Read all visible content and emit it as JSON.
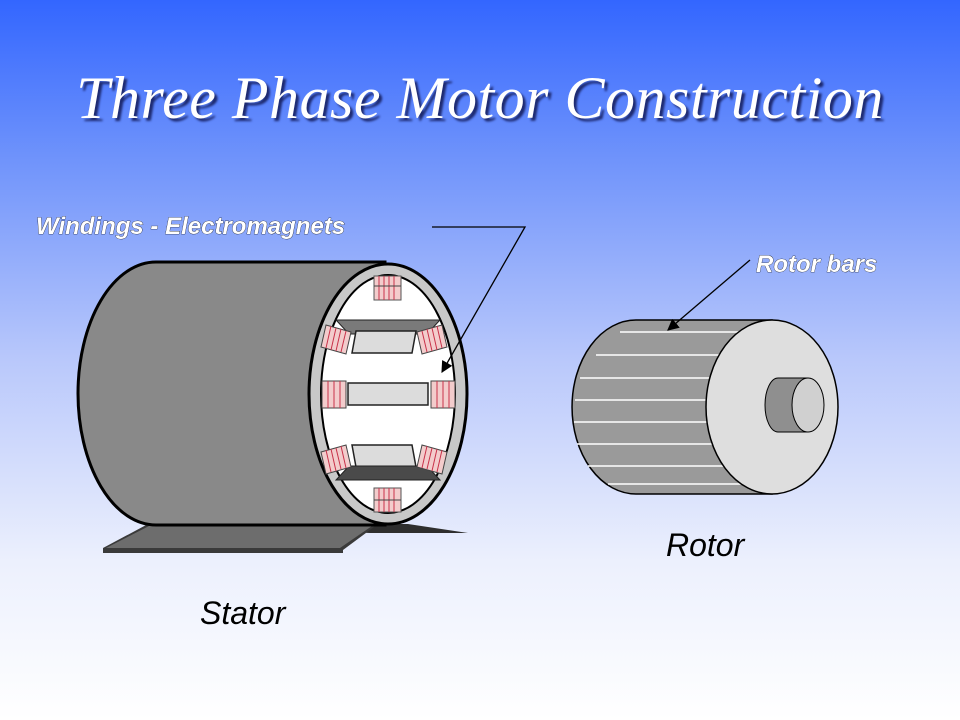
{
  "slide": {
    "title": "Three Phase Motor Construction"
  },
  "labels": {
    "windings": "Windings - Electromagnets",
    "rotor_bars": "Rotor bars",
    "rotor": "Rotor",
    "stator": "Stator"
  },
  "colors": {
    "background_top": "#3366ff",
    "background_bottom": "#ffffff",
    "title_text": "#ffffff",
    "label_text": "#000000",
    "stator_housing": "#898989",
    "stator_rim": "#c8c8c8",
    "pole_face": "#dcdcdc",
    "winding_coil": "#f3cccc",
    "winding_wire": "#c8324a",
    "rotor_body": "#9a9a9a",
    "rotor_bar_line": "#ffffff",
    "rotor_end_face": "#dedede",
    "shaft": "#8f8f8f"
  },
  "icons": {
    "stator": "stator-illustration",
    "rotor": "rotor-illustration",
    "windings_pointer": "leader-arrow",
    "rotor_bars_pointer": "leader-arrow"
  }
}
